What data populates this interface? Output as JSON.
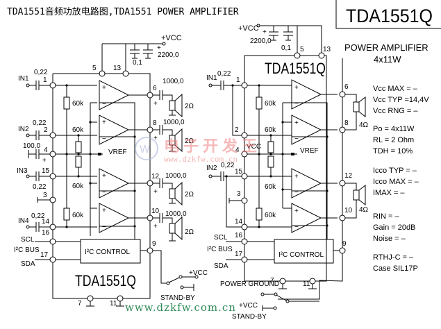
{
  "header": {
    "title": "TDA1551音频功放电路图,TDA1551 POWER AMPLIFIER",
    "chip_box": "TDA1551Q"
  },
  "specs": {
    "subtitle_line1": "POWER AMPLIFIER",
    "subtitle_line2": "4x11W",
    "lines": [
      "Vcc MAX = –",
      "Vcc TYP =14,4V",
      "Vcc RNG = –",
      "Po  = 4x11W",
      "RL  = 2 Ohm",
      "TDH = 10%",
      "Icco TYP = –",
      "Icco MAX = –",
      "IMAX  =  –",
      "RIN  =  –",
      "Gain  =  20dB",
      "Noise = –",
      "RTHJ-C = –",
      "Case SIL17P"
    ]
  },
  "left_circuit": {
    "chip_label": "TDA1551Q",
    "vcc": "+VCC",
    "supply_caps": [
      "0,1",
      "2200,0"
    ],
    "inputs": [
      {
        "label": "IN1",
        "cap": "0,22",
        "pin": "1"
      },
      {
        "label": "IN2",
        "cap": "0,22",
        "pin": "2"
      },
      {
        "label": "IN3",
        "cap": "0,22",
        "pin": "15"
      },
      {
        "label": "IN4",
        "cap": "0,22",
        "pin": "14"
      }
    ],
    "pin4_cap": "100,0",
    "pins": {
      "p4": "4",
      "p3": "3",
      "p16": "16",
      "p17": "17",
      "p5": "5",
      "p13": "13",
      "p9": "9",
      "p7": "7",
      "p11": "11"
    },
    "resistors": [
      "60k",
      "60k",
      "60k",
      "60k"
    ],
    "vref": "VREF",
    "outputs": [
      {
        "pin": "6",
        "cap": "1000,0",
        "load": "2Ω"
      },
      {
        "pin": "8",
        "cap": "1000,0",
        "load": "2Ω"
      },
      {
        "pin": "12",
        "cap": "1000,0",
        "load": "2Ω"
      },
      {
        "pin": "10",
        "cap": "1000,0",
        "load": "2Ω"
      }
    ],
    "i2c_control": "I²C CONTROL",
    "scl": "SCL",
    "sda": "SDA",
    "i2c_bus": "I²C BUS",
    "standby_vcc": "+VCC",
    "standby": "STAND-BY"
  },
  "right_circuit": {
    "chip_label": "TDA1551Q",
    "vcc": "+VCC",
    "supply_caps": [
      "2200,0",
      "0,1"
    ],
    "inputs": [
      {
        "label": "IN1",
        "cap": "0,22",
        "pin": "1"
      },
      {
        "label": "IN2",
        "cap": "0,22",
        "pin": "15"
      }
    ],
    "pins": {
      "p2": "2",
      "p4": "4",
      "p3": "3",
      "p14": "14",
      "p16": "16",
      "p17": "17",
      "p5": "5",
      "p13": "13",
      "p9": "9",
      "p7": "7",
      "p11": "11",
      "p6": "6",
      "p8": "8",
      "p12": "12",
      "p10": "10"
    },
    "pin4_vcc": "VCC",
    "resistors": [
      "60k",
      "60k",
      "60k",
      "60k"
    ],
    "vref": "VREF",
    "loads": [
      "4Ω",
      "4Ω"
    ],
    "i2c_control": "I²C CONTROL",
    "scl": "SCL",
    "sda": "SDA",
    "i2c_bus": "I²C BUS",
    "power_ground": "POWER  GROUND",
    "standby_vcc": "+VCC",
    "standby": "STAND-BY"
  },
  "watermark": {
    "cn": "电子开发王",
    "url": "www.dzkfw.com.cn",
    "footer_url": "www.dzkfw.com.cn"
  }
}
